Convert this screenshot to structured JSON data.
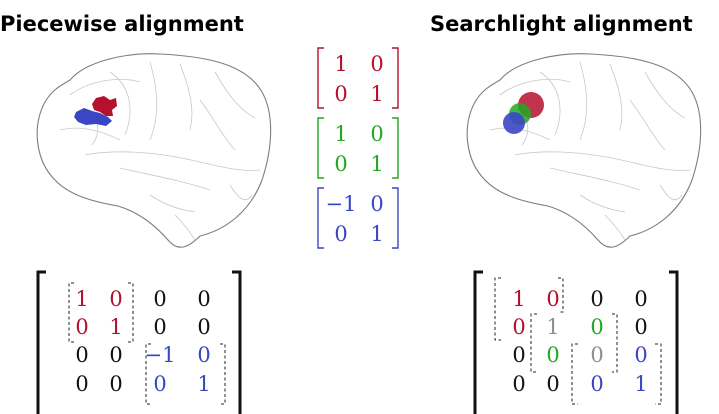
{
  "titles": {
    "left": "Piecewise alignment",
    "right": "Searchlight alignment"
  },
  "colors": {
    "red": "#b5102e",
    "green": "#22a822",
    "blue": "#3b46c4",
    "gray": "#8f8f8f",
    "black": "#111111"
  },
  "small_matrices": [
    {
      "color": "red",
      "rows": [
        [
          "1",
          "0"
        ],
        [
          "0",
          "1"
        ]
      ]
    },
    {
      "color": "green",
      "rows": [
        [
          "1",
          "0"
        ],
        [
          "0",
          "1"
        ]
      ]
    },
    {
      "color": "blue",
      "rows": [
        [
          "−1",
          "0"
        ],
        [
          "0",
          "1"
        ]
      ]
    }
  ],
  "piecewise_matrix": {
    "rows": [
      [
        [
          "1",
          "red"
        ],
        [
          "0",
          "red"
        ],
        [
          "0",
          "black"
        ],
        [
          "0",
          "black"
        ]
      ],
      [
        [
          "0",
          "red"
        ],
        [
          "1",
          "red"
        ],
        [
          "0",
          "black"
        ],
        [
          "0",
          "black"
        ]
      ],
      [
        [
          "0",
          "black"
        ],
        [
          "0",
          "black"
        ],
        [
          "−1",
          "blue"
        ],
        [
          "0",
          "blue"
        ]
      ],
      [
        [
          "0",
          "black"
        ],
        [
          "0",
          "black"
        ],
        [
          "0",
          "blue"
        ],
        [
          "1",
          "blue"
        ]
      ]
    ]
  },
  "searchlight_matrix": {
    "rows": [
      [
        [
          "1",
          "red"
        ],
        [
          "0",
          "red"
        ],
        [
          "0",
          "black"
        ],
        [
          "0",
          "black"
        ]
      ],
      [
        [
          "0",
          "red"
        ],
        [
          "1",
          "gray"
        ],
        [
          "0",
          "green"
        ],
        [
          "0",
          "black"
        ]
      ],
      [
        [
          "0",
          "black"
        ],
        [
          "0",
          "green"
        ],
        [
          "0",
          "gray"
        ],
        [
          "0",
          "blue"
        ]
      ],
      [
        [
          "0",
          "black"
        ],
        [
          "0",
          "black"
        ],
        [
          "0",
          "blue"
        ],
        [
          "1",
          "blue"
        ]
      ]
    ]
  }
}
